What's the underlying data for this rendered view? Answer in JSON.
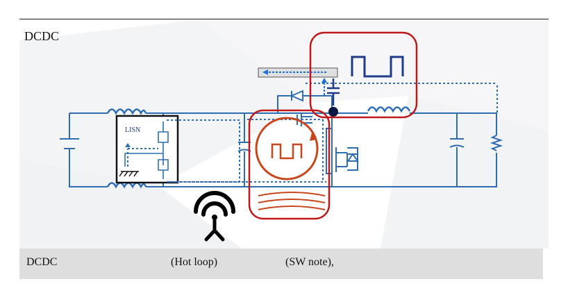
{
  "slide": {
    "title": "DCDC",
    "lisn_label": "LISN",
    "caption": {
      "part1": "DCDC",
      "part2": "(Hot loop)",
      "part3": "(SW note),"
    }
  },
  "colors": {
    "circuit_blue": "#2f6db3",
    "highlight_red": "#c01818",
    "loop_orange": "#c9461c",
    "waveform_navy": "#1e3b8a",
    "caption_bg": "#dedede"
  },
  "icons": [
    "antenna-radiation-icon",
    "ground-icon",
    "inductor-icon",
    "capacitor-icon",
    "resistor-icon",
    "diode-icon",
    "mosfet-icon",
    "battery-icon"
  ]
}
